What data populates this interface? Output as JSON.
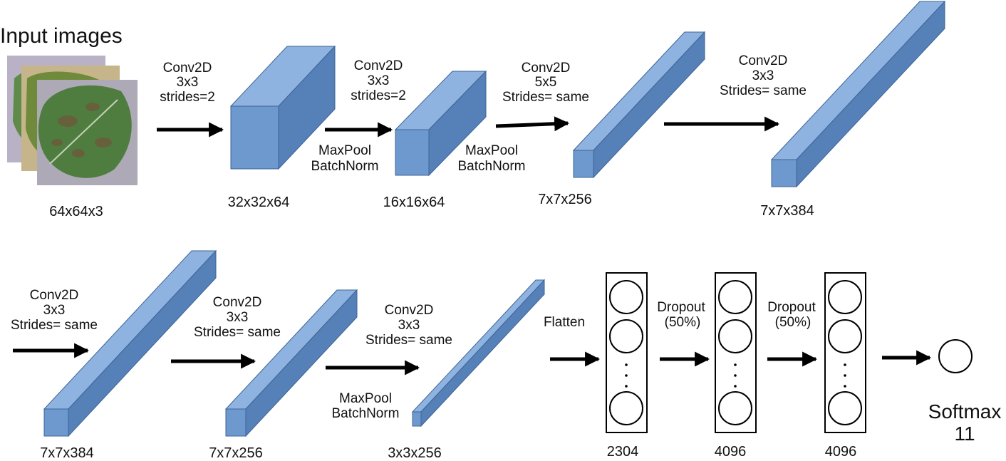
{
  "colors": {
    "box_front": "#6d99cf",
    "box_top": "#8fb3e0",
    "box_side": "#5580b8",
    "box_edge": "#3e6494",
    "arrow": "#000000",
    "background": "#ffffff"
  },
  "input": {
    "title": "Input images",
    "dims": "64x64x3"
  },
  "stages_top": [
    {
      "op": [
        "Conv2D",
        "3x3",
        "strides=2"
      ],
      "post": [],
      "dims": "32x32x64"
    },
    {
      "op": [
        "Conv2D",
        "3x3",
        "strides=2"
      ],
      "post": [
        "MaxPool",
        "BatchNorm"
      ],
      "dims": "16x16x64"
    },
    {
      "op": [
        "Conv2D",
        "5x5",
        "Strides= same"
      ],
      "post": [
        "MaxPool",
        "BatchNorm"
      ],
      "dims": "7x7x256"
    },
    {
      "op": [
        "Conv2D",
        "3x3",
        "Strides= same"
      ],
      "post": [],
      "dims": "7x7x384"
    }
  ],
  "stages_bottom": [
    {
      "op": [
        "Conv2D",
        "3x3",
        "Strides= same"
      ],
      "post": [],
      "dims": "7x7x384"
    },
    {
      "op": [
        "Conv2D",
        "3x3",
        "Strides= same"
      ],
      "post": [],
      "dims": "7x7x256"
    },
    {
      "op": [
        "Conv2D",
        "3x3",
        "Strides= same"
      ],
      "post": [
        "MaxPool",
        "BatchNorm"
      ],
      "dims": "3x3x256"
    }
  ],
  "dense": {
    "flatten_label": "Flatten",
    "dropout": [
      "Dropout",
      "(50%)"
    ],
    "layers": [
      {
        "dims": "2304"
      },
      {
        "dims": "4096"
      },
      {
        "dims": "4096"
      }
    ],
    "output": {
      "label": "Softmax",
      "units": "11"
    }
  }
}
